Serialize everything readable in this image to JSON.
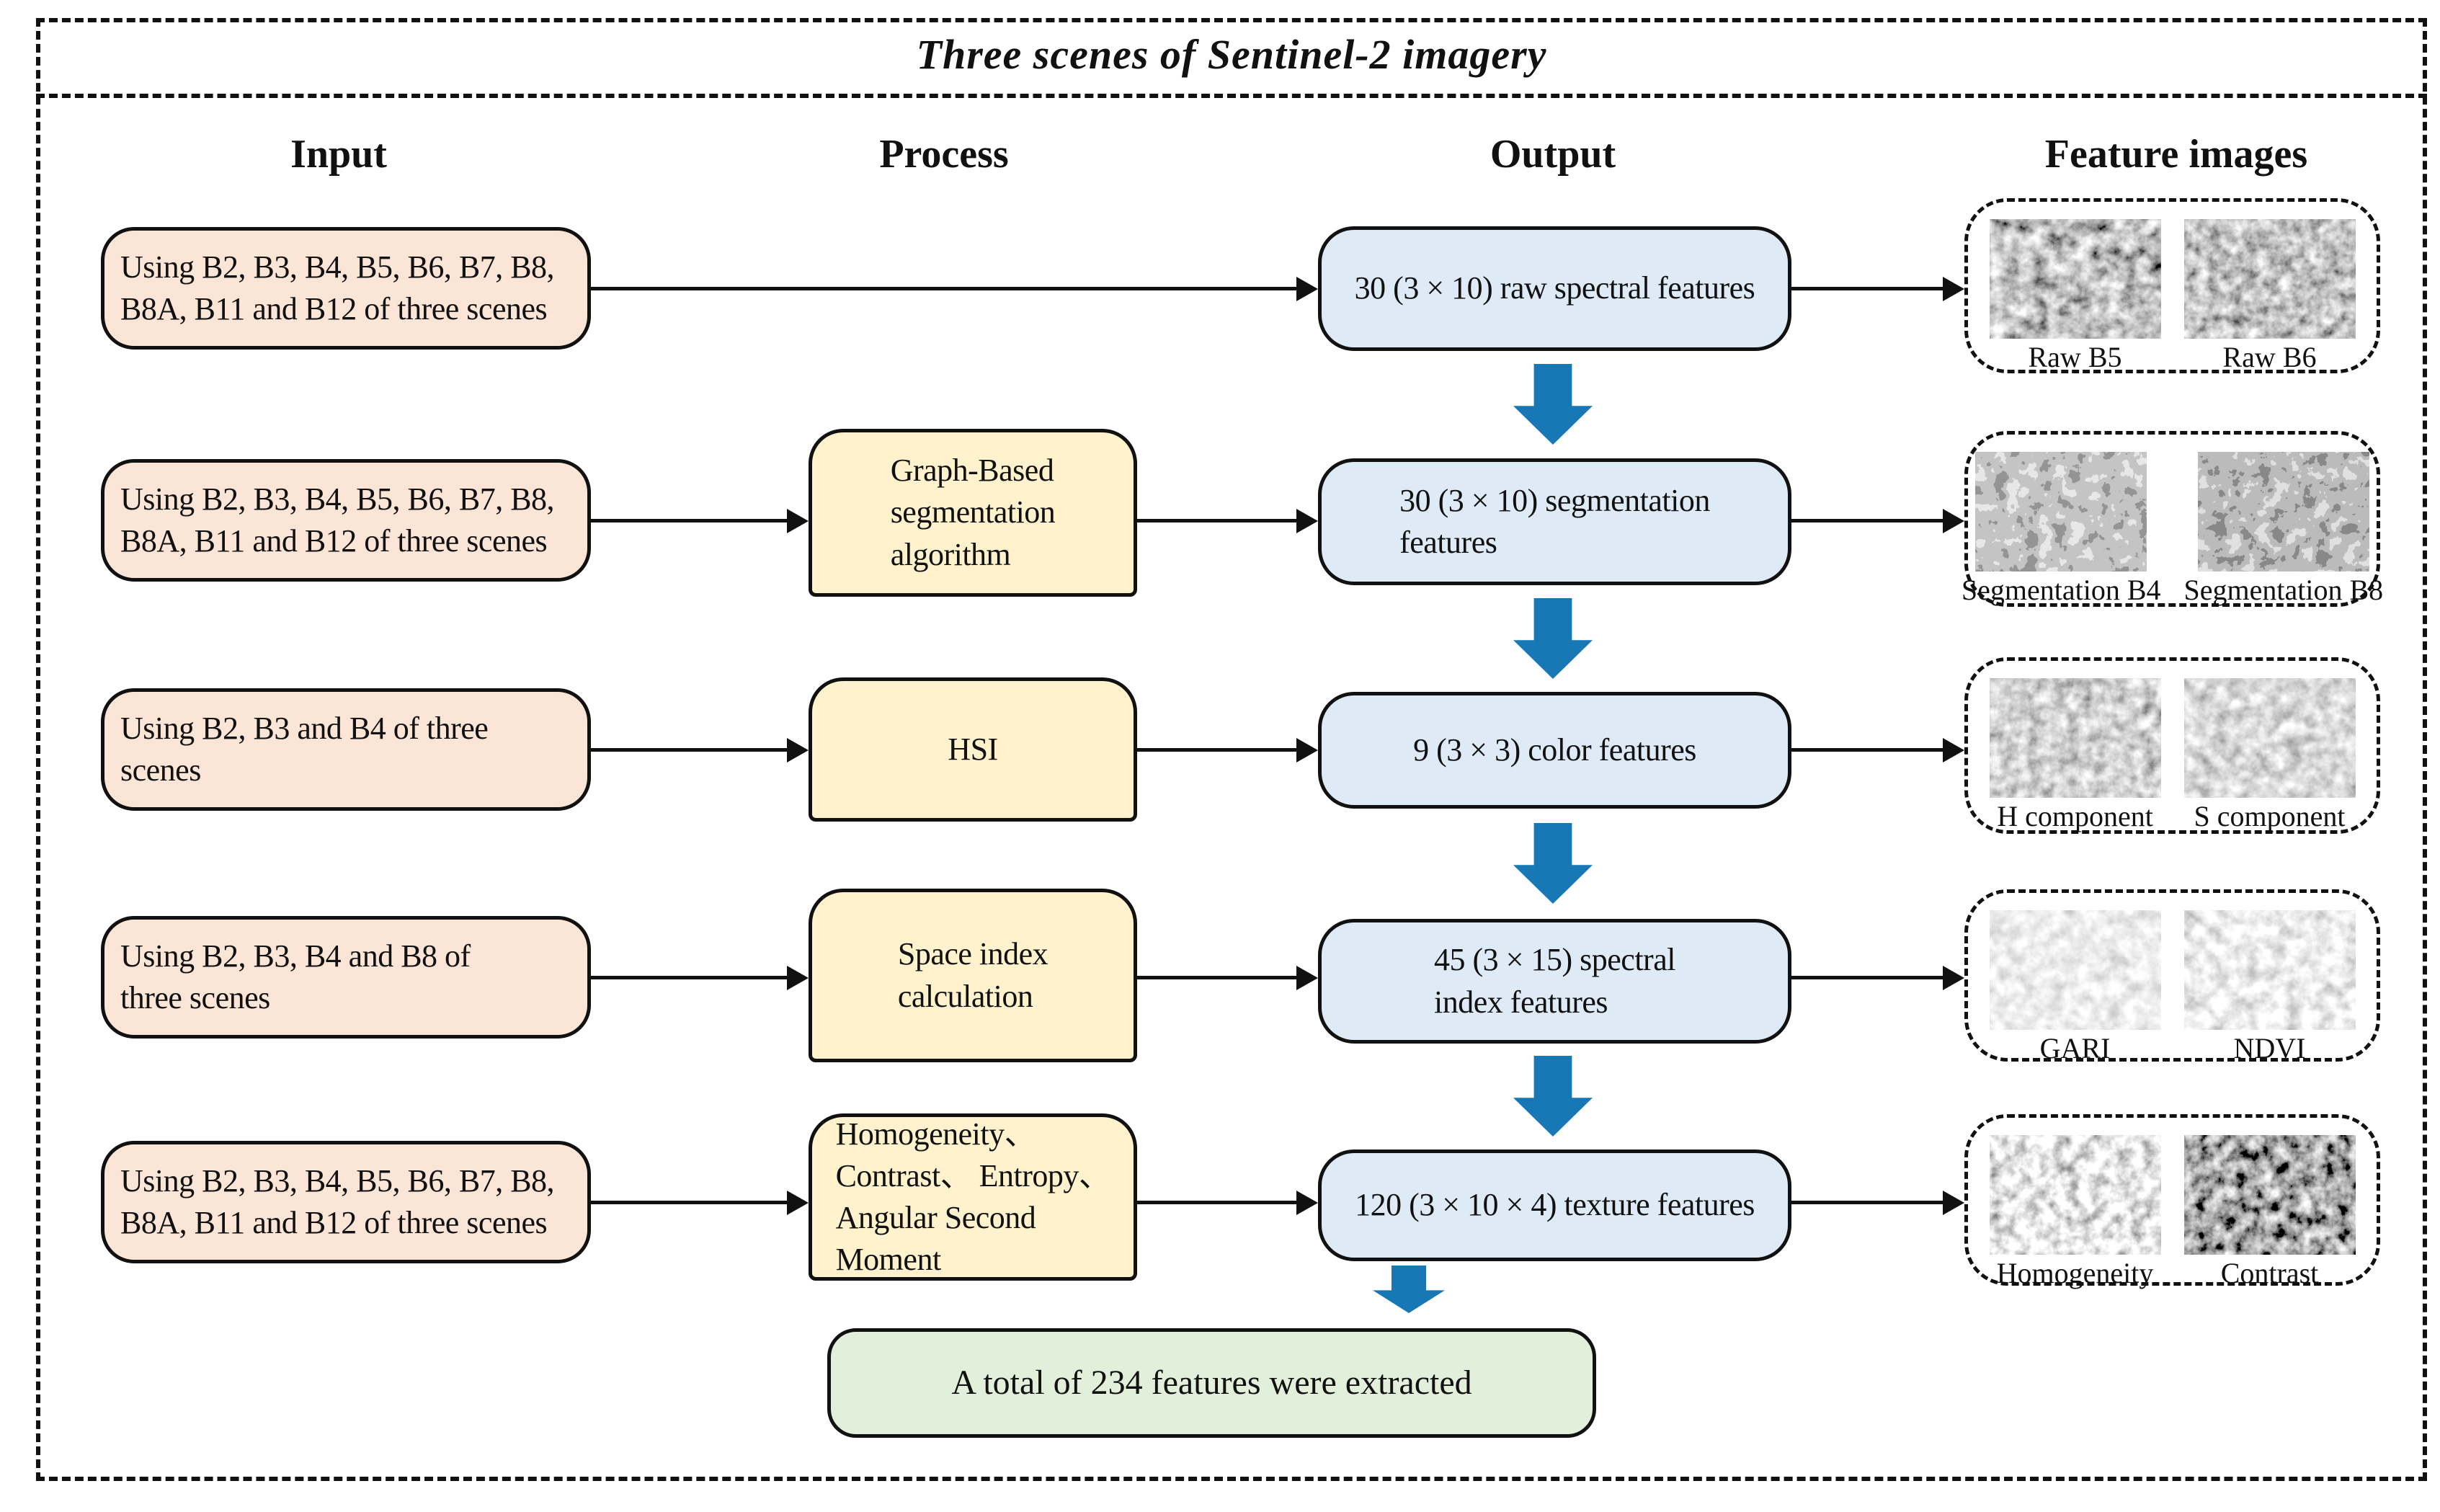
{
  "title": "Three scenes of Sentinel-2 imagery",
  "column_headers": {
    "input": "Input",
    "process": "Process",
    "output": "Output",
    "feature_images": "Feature images"
  },
  "rows": [
    {
      "input": "Using B2, B3, B4, B5, B6, B7, B8,\nB8A, B11 and B12 of three scenes",
      "output": "30 (3 × 10) raw spectral features",
      "features": [
        {
          "label": "Raw B5"
        },
        {
          "label": "Raw B6"
        }
      ]
    },
    {
      "input": "Using B2, B3, B4, B5, B6, B7, B8,\nB8A, B11 and B12 of three scenes",
      "process": "Graph-Based\nsegmentation\nalgorithm",
      "output": "30 (3 × 10) segmentation\nfeatures",
      "features": [
        {
          "label": "Segmentation B4"
        },
        {
          "label": "Segmentation B8"
        }
      ]
    },
    {
      "input": "Using B2, B3 and B4 of three\nscenes",
      "process": "HSI",
      "output": "9 (3 × 3) color features",
      "features": [
        {
          "label": "H component"
        },
        {
          "label": "S component"
        }
      ]
    },
    {
      "input": "Using B2, B3, B4 and B8 of\nthree scenes",
      "process": "Space index\ncalculation",
      "output": "45 (3 × 15) spectral\nindex features",
      "features": [
        {
          "label": "GARI"
        },
        {
          "label": "NDVI"
        }
      ]
    },
    {
      "input": "Using B2, B3, B4, B5, B6, B7, B8,\nB8A, B11 and B12 of three scenes",
      "process": "Homogeneity、\nContrast、 Entropy、\nAngular Second\nMoment",
      "output": "120 (3 × 10 × 4) texture features",
      "features": [
        {
          "label": "Homogeneity"
        },
        {
          "label": "Contrast"
        }
      ]
    }
  ],
  "total_box": "A total of 234 features were extracted",
  "colors": {
    "input_fill": "#FBE5D6",
    "process_fill": "#FFF2CC",
    "output_fill": "#DEEBF7",
    "total_fill": "#E2EFDA",
    "arrow_blue": "#1778B5",
    "border": "#111111"
  }
}
